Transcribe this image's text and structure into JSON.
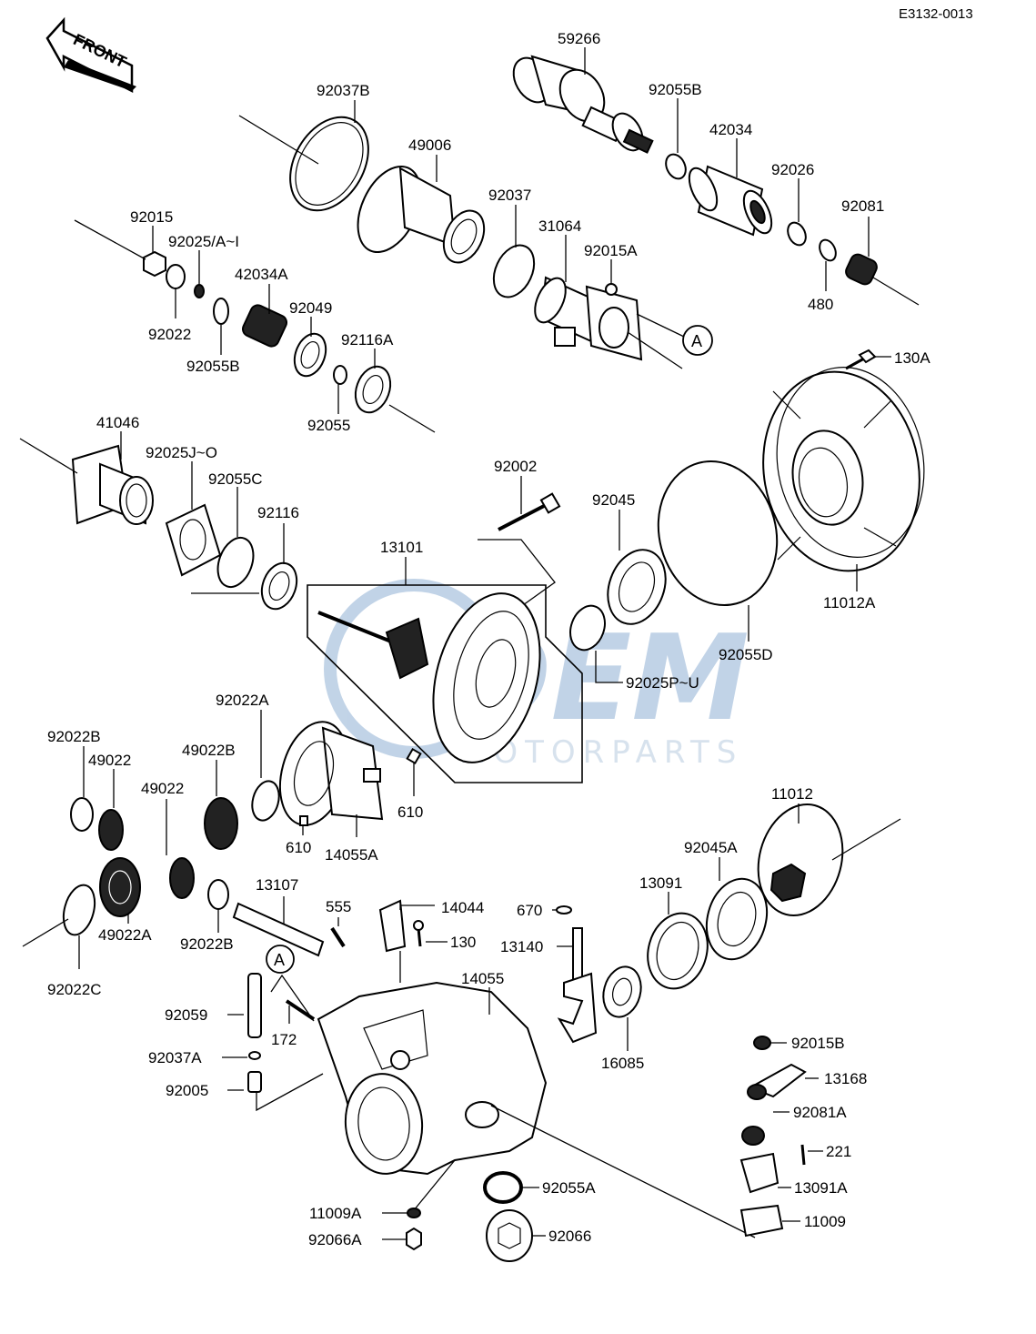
{
  "ref_code": "E3132-0013",
  "front_label": "FRONT",
  "watermark": {
    "logo_letters": "OEM",
    "text": "MOTORPARTS"
  },
  "callouts": [
    {
      "id": "callout-a-top",
      "letter": "A"
    },
    {
      "id": "callout-a-bottom",
      "letter": "A"
    }
  ],
  "labels": [
    {
      "id": "59266",
      "text": "59266"
    },
    {
      "id": "92055B-top",
      "text": "92055B"
    },
    {
      "id": "92037B",
      "text": "92037B"
    },
    {
      "id": "49006",
      "text": "49006"
    },
    {
      "id": "42034",
      "text": "42034"
    },
    {
      "id": "92026",
      "text": "92026"
    },
    {
      "id": "92081",
      "text": "92081"
    },
    {
      "id": "92037",
      "text": "92037"
    },
    {
      "id": "31064",
      "text": "31064"
    },
    {
      "id": "92015A",
      "text": "92015A"
    },
    {
      "id": "92015",
      "text": "92015"
    },
    {
      "id": "92025A-I",
      "text": "92025/A~I"
    },
    {
      "id": "42034A",
      "text": "42034A"
    },
    {
      "id": "92049",
      "text": "92049"
    },
    {
      "id": "92022",
      "text": "92022"
    },
    {
      "id": "92116A",
      "text": "92116A"
    },
    {
      "id": "92055B-left",
      "text": "92055B"
    },
    {
      "id": "92055",
      "text": "92055"
    },
    {
      "id": "480",
      "text": "480"
    },
    {
      "id": "130A",
      "text": "130A"
    },
    {
      "id": "41046",
      "text": "41046"
    },
    {
      "id": "92025J-O",
      "text": "92025J~O"
    },
    {
      "id": "92055C",
      "text": "92055C"
    },
    {
      "id": "92116",
      "text": "92116"
    },
    {
      "id": "92002",
      "text": "92002"
    },
    {
      "id": "92045",
      "text": "92045"
    },
    {
      "id": "13101",
      "text": "13101"
    },
    {
      "id": "11012A",
      "text": "11012A"
    },
    {
      "id": "92055D",
      "text": "92055D"
    },
    {
      "id": "92025P-U",
      "text": "92025P~U"
    },
    {
      "id": "92022B-top",
      "text": "92022B"
    },
    {
      "id": "92022A",
      "text": "92022A"
    },
    {
      "id": "49022-top",
      "text": "49022"
    },
    {
      "id": "49022B",
      "text": "49022B"
    },
    {
      "id": "49022-mid",
      "text": "49022"
    },
    {
      "id": "610-a",
      "text": "610"
    },
    {
      "id": "610-b",
      "text": "610"
    },
    {
      "id": "14055A",
      "text": "14055A"
    },
    {
      "id": "11012",
      "text": "11012"
    },
    {
      "id": "92045A",
      "text": "92045A"
    },
    {
      "id": "13107",
      "text": "13107"
    },
    {
      "id": "555",
      "text": "555"
    },
    {
      "id": "14044",
      "text": "14044"
    },
    {
      "id": "670",
      "text": "670"
    },
    {
      "id": "13091",
      "text": "13091"
    },
    {
      "id": "92022B-bottom",
      "text": "92022B"
    },
    {
      "id": "49022A",
      "text": "49022A"
    },
    {
      "id": "130",
      "text": "130"
    },
    {
      "id": "13140",
      "text": "13140"
    },
    {
      "id": "92022C",
      "text": "92022C"
    },
    {
      "id": "14055",
      "text": "14055"
    },
    {
      "id": "92059",
      "text": "92059"
    },
    {
      "id": "172",
      "text": "172"
    },
    {
      "id": "16085",
      "text": "16085"
    },
    {
      "id": "92015B",
      "text": "92015B"
    },
    {
      "id": "92037A",
      "text": "92037A"
    },
    {
      "id": "13168",
      "text": "13168"
    },
    {
      "id": "92005",
      "text": "92005"
    },
    {
      "id": "92081A",
      "text": "92081A"
    },
    {
      "id": "221",
      "text": "221"
    },
    {
      "id": "92055A",
      "text": "92055A"
    },
    {
      "id": "13091A",
      "text": "13091A"
    },
    {
      "id": "11009A",
      "text": "11009A"
    },
    {
      "id": "11009",
      "text": "11009"
    },
    {
      "id": "92066A",
      "text": "92066A"
    },
    {
      "id": "92066",
      "text": "92066"
    }
  ]
}
